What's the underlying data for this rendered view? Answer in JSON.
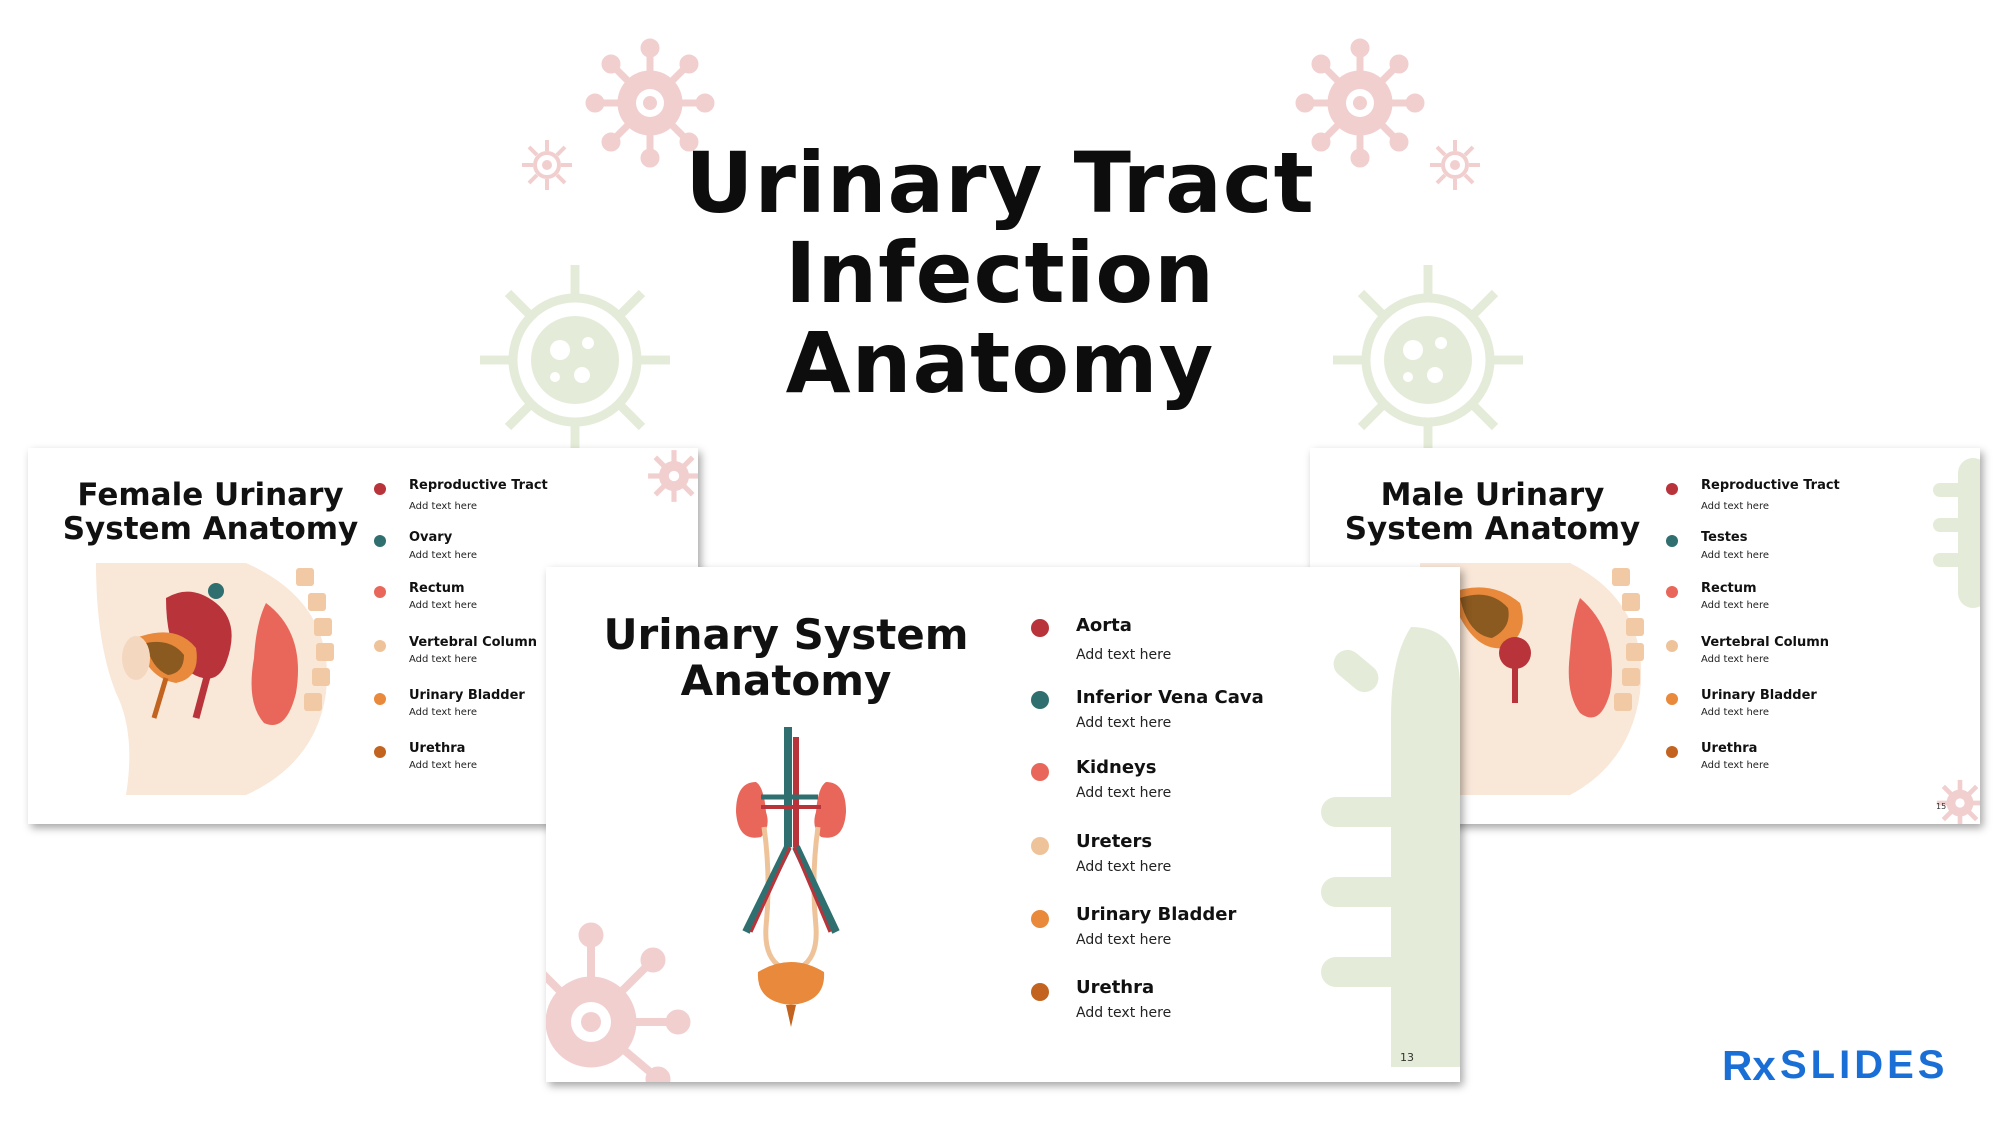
{
  "main_title": {
    "line1": "Urinary Tract",
    "line2": "Infection",
    "line3": "Anatomy"
  },
  "slides": {
    "female": {
      "title_line1": "Female Urinary",
      "title_line2": "System Anatomy",
      "items": [
        {
          "label": "Reproductive Tract",
          "sub": "Add text here",
          "color": "#b8343a"
        },
        {
          "label": "Ovary",
          "sub": "Add text here",
          "color": "#2f6f6f"
        },
        {
          "label": "Rectum",
          "sub": "Add text here",
          "color": "#e8675a"
        },
        {
          "label": "Vertebral Column",
          "sub": "Add text here",
          "color": "#efc39a"
        },
        {
          "label": "Urinary Bladder",
          "sub": "Add text here",
          "color": "#e8893c"
        },
        {
          "label": "Urethra",
          "sub": "Add text here",
          "color": "#c2641f"
        }
      ]
    },
    "center": {
      "title_line1": "Urinary System",
      "title_line2": "Anatomy",
      "page_number": "13",
      "items": [
        {
          "label": "Aorta",
          "sub": "Add text here",
          "color": "#b8343a"
        },
        {
          "label": "Inferior Vena Cava",
          "sub": "Add text here",
          "color": "#2f6f6f"
        },
        {
          "label": "Kidneys",
          "sub": "Add text here",
          "color": "#e8675a"
        },
        {
          "label": "Ureters",
          "sub": "Add text here",
          "color": "#efc39a"
        },
        {
          "label": "Urinary Bladder",
          "sub": "Add text here",
          "color": "#e8893c"
        },
        {
          "label": "Urethra",
          "sub": "Add text here",
          "color": "#c2641f"
        }
      ]
    },
    "male": {
      "title_line1": "Male Urinary",
      "title_line2": "System Anatomy",
      "page_number": "15",
      "items": [
        {
          "label": "Reproductive Tract",
          "sub": "Add text here",
          "color": "#b8343a"
        },
        {
          "label": "Testes",
          "sub": "Add text here",
          "color": "#2f6f6f"
        },
        {
          "label": "Rectum",
          "sub": "Add text here",
          "color": "#e8675a"
        },
        {
          "label": "Vertebral Column",
          "sub": "Add text here",
          "color": "#efc39a"
        },
        {
          "label": "Urinary Bladder",
          "sub": "Add text here",
          "color": "#e8893c"
        },
        {
          "label": "Urethra",
          "sub": "Add text here",
          "color": "#c2641f"
        }
      ]
    }
  },
  "logo": {
    "text": "SLIDES",
    "prefix": "Rx",
    "color": "#1a6fd6"
  },
  "colors": {
    "virus_pink": "#f2cfcf",
    "virus_green": "#e4ecd9"
  }
}
